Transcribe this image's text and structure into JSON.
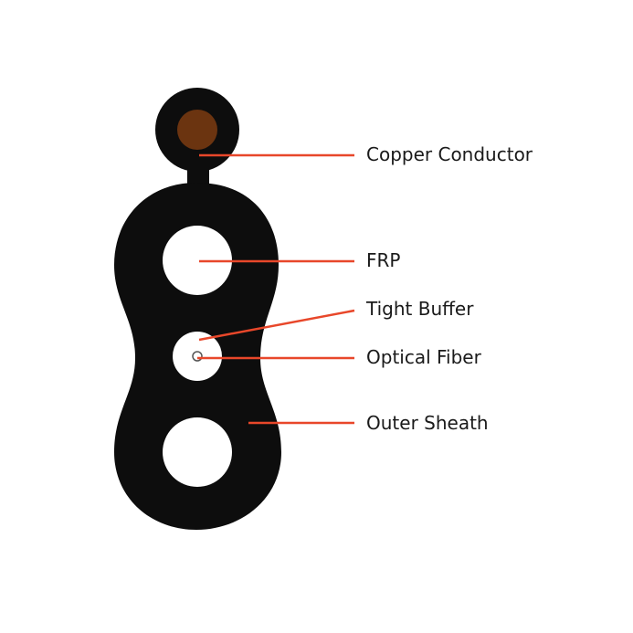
{
  "diagram": {
    "labels": {
      "copper_conductor": "Copper Conductor",
      "frp": "FRP",
      "tight_buffer": "Tight Buffer",
      "optical_fiber": "Optical Fiber",
      "outer_sheath": "Outer Sheath"
    }
  },
  "colors": {
    "sheath": "#0d0d0d",
    "copper": "#6b3410",
    "leader_line": "#e8472a",
    "frp_fill": "#ffffff",
    "buffer_fill": "#ffffff",
    "fiber_stroke": "#555555",
    "background": "#ffffff"
  }
}
